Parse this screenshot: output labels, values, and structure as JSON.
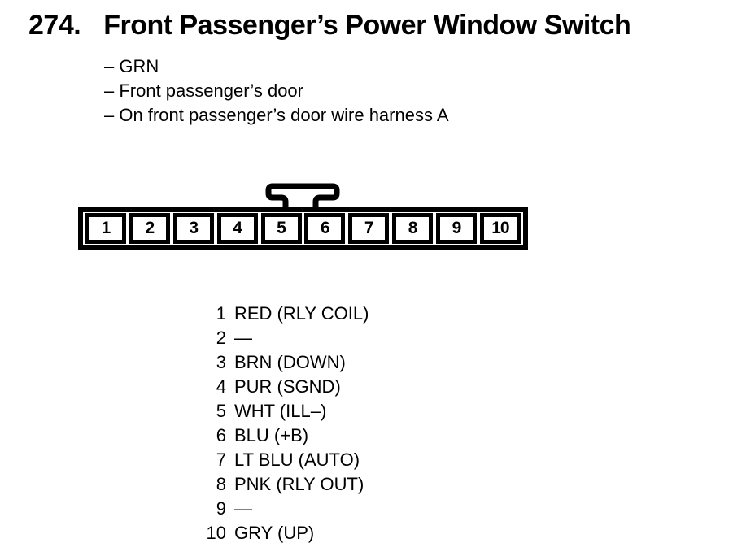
{
  "page": {
    "section_number": "274.",
    "title": "Front Passenger’s Power Window Switch",
    "details": [
      "– GRN",
      "– Front passenger’s door",
      "– On front passenger’s door wire harness A"
    ]
  },
  "connector": {
    "cavity_numbers": [
      "1",
      "2",
      "3",
      "4",
      "5",
      "6",
      "7",
      "8",
      "9",
      "10"
    ]
  },
  "pinout": [
    {
      "pin": "1",
      "label": "RED (RLY COIL)"
    },
    {
      "pin": "2",
      "label": "—"
    },
    {
      "pin": "3",
      "label": "BRN (DOWN)"
    },
    {
      "pin": "4",
      "label": "PUR (SGND)"
    },
    {
      "pin": "5",
      "label": "WHT (ILL–)"
    },
    {
      "pin": "6",
      "label": "BLU (+B)"
    },
    {
      "pin": "7",
      "label": "LT BLU (AUTO)"
    },
    {
      "pin": "8",
      "label": "PNK (RLY OUT)"
    },
    {
      "pin": "9",
      "label": "—"
    },
    {
      "pin": "10",
      "label": "GRY (UP)"
    }
  ],
  "colors": {
    "ink": "#000000",
    "background": "#ffffff"
  }
}
